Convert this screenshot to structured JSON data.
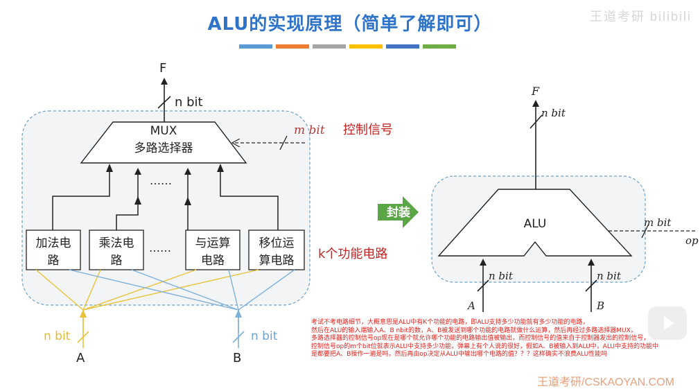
{
  "slide": {
    "title": "ALU的实现原理（简单了解即可）",
    "watermark": "王道考研 bilibili",
    "color_bar": [
      "#5b9bd5",
      "#ed7d31",
      "#a5a5a5",
      "#ffc000",
      "#4472c4",
      "#70ad47"
    ]
  },
  "left_diagram": {
    "output_label": "F",
    "output_width": "n bit",
    "mux_line1": "MUX",
    "mux_line2": "多路选择器",
    "control_width": "m bit",
    "control_label": "控制信号",
    "dots_top": "……",
    "dots_mid": "……",
    "circuits": [
      {
        "line1": "加法电",
        "line2": "路"
      },
      {
        "line1": "乘法电",
        "line2": "路"
      },
      {
        "line1": "与运算",
        "line2": "电路"
      },
      {
        "line1": "移位运",
        "line2": "算电路"
      }
    ],
    "k_label": "k个功能电路",
    "input_a_width": "n bit",
    "input_b_width": "n bit",
    "input_a": "A",
    "input_b": "B"
  },
  "encapsulate_label": "封装",
  "right_diagram": {
    "output_label": "F",
    "output_width": "n bit",
    "alu_label": "ALU",
    "control_width": "m bit",
    "op_label": "op",
    "input_a_width": "n bit",
    "input_b_width": "n bit",
    "input_a": "A",
    "input_b": "B"
  },
  "note_lines": [
    "考试不考电路细节，大概意思是ALU中有K个功能的电路，即ALU支持多少功能就有多少功能的电路，",
    "然后在ALU的输入端输入A、B nbit的数，A、B被发送到哪个功能的电路就做什么运算，然后再经过多路选择器MUX，",
    "多路选择器的控制信号op现在是哪个就允许哪个功能的电路输出值被输出，而控制信号的值来自于控制器发出的控制信号，",
    "控制信号op的m个bit位就表示ALU中支持多少功能，弹幕上有个人说的很好，假如A、B被输入到ALU中，ALU中支持的功能中",
    "是都要把A、B操作一遍是吗，然后再由op决定从ALU中输出哪个电路的值？？？这样确实不浪费ALU性能吗"
  ],
  "footer": "王道考研/CSKAOYAN.COM"
}
